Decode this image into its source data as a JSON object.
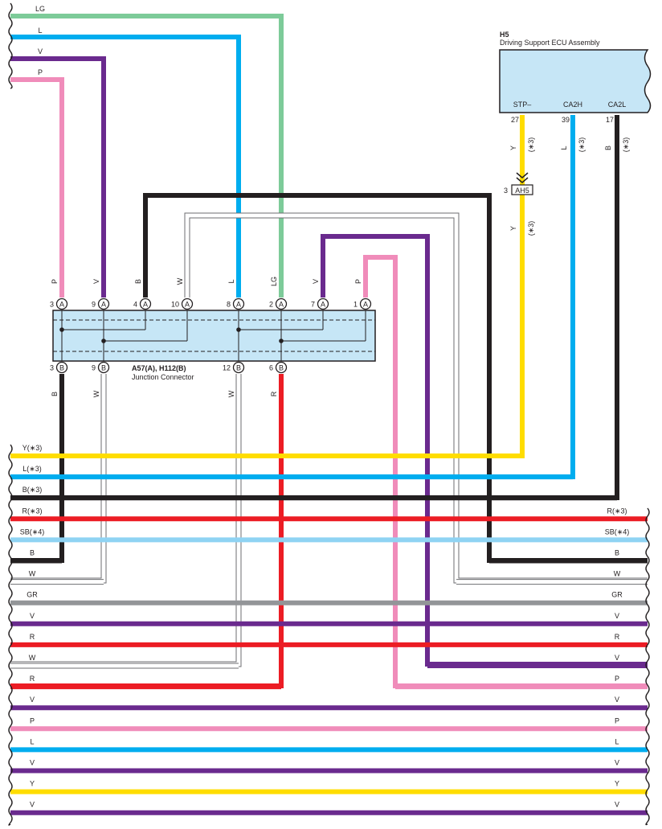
{
  "palette": {
    "LG": "#7dcb99",
    "L": "#00adef",
    "V": "#6a2a8e",
    "P": "#f08cba",
    "B": "#231f20",
    "W": "#ffffff",
    "R": "#ec1c24",
    "Y": "#ffdd00",
    "SB": "#8fd3f3",
    "GR": "#939598",
    "box": "#c6e6f6"
  },
  "ecu": {
    "code": "H5",
    "name": "Driving Support ECU Assembly",
    "terminals": [
      {
        "id": "stp",
        "label": "STP–",
        "pin": "27",
        "color": "Y",
        "wire": "Y",
        "note": "(∗3)"
      },
      {
        "id": "ca2h",
        "label": "CA2H",
        "pin": "39",
        "color": "L",
        "wire": "L",
        "note": "(∗3)"
      },
      {
        "id": "ca2l",
        "label": "CA2L",
        "pin": "17",
        "color": "B",
        "wire": "B",
        "note": "(∗3)"
      }
    ],
    "inline_connector": {
      "pin": "3",
      "code": "AH5"
    },
    "stp_lower": {
      "wire": "Y",
      "note": "(∗3)"
    }
  },
  "junction": {
    "title": "A57(A), H112(B)",
    "subtitle": "Junction Connector",
    "top_pins": [
      {
        "pin": "3",
        "side": "A",
        "wire": "P",
        "color": "P"
      },
      {
        "pin": "9",
        "side": "A",
        "wire": "V",
        "color": "V"
      },
      {
        "pin": "4",
        "side": "A",
        "wire": "B",
        "color": "B"
      },
      {
        "pin": "10",
        "side": "A",
        "wire": "W",
        "color": "W"
      },
      {
        "pin": "8",
        "side": "A",
        "wire": "L",
        "color": "L"
      },
      {
        "pin": "2",
        "side": "A",
        "wire": "LG",
        "color": "LG"
      },
      {
        "pin": "7",
        "side": "A",
        "wire": "V",
        "color": "V"
      },
      {
        "pin": "1",
        "side": "A",
        "wire": "P",
        "color": "P"
      }
    ],
    "bottom_pins": [
      {
        "pin": "3",
        "side": "B",
        "wire": "B",
        "color": "B"
      },
      {
        "pin": "9",
        "side": "B",
        "wire": "W",
        "color": "W"
      },
      {
        "pin": "12",
        "side": "B",
        "wire": "W",
        "color": "W"
      },
      {
        "pin": "6",
        "side": "B",
        "wire": "R",
        "color": "R"
      }
    ]
  },
  "top_left_wires": [
    {
      "label": "LG",
      "color": "LG"
    },
    {
      "label": "L",
      "color": "L"
    },
    {
      "label": "V",
      "color": "V"
    },
    {
      "label": "P",
      "color": "P"
    }
  ],
  "bus_wires": [
    {
      "left": "Y(∗3)",
      "right": "",
      "color": "Y"
    },
    {
      "left": "L(∗3)",
      "right": "",
      "color": "L"
    },
    {
      "left": "B(∗3)",
      "right": "",
      "color": "B"
    },
    {
      "left": "R(∗3)",
      "right": "R(∗3)",
      "color": "R"
    },
    {
      "left": "SB(∗4)",
      "right": "SB(∗4)",
      "color": "SB"
    },
    {
      "left": "B",
      "right": "B",
      "color": "B"
    },
    {
      "left": "W",
      "right": "W",
      "color": "W"
    },
    {
      "left": "GR",
      "right": "GR",
      "color": "GR"
    },
    {
      "left": "V",
      "right": "V",
      "color": "V"
    },
    {
      "left": "R",
      "right": "R",
      "color": "R"
    },
    {
      "left": "W",
      "right": "V",
      "color": "W"
    },
    {
      "left": "R",
      "right": "P",
      "color": "R"
    },
    {
      "left": "V",
      "right": "V",
      "color": "V"
    },
    {
      "left": "P",
      "right": "P",
      "color": "P"
    },
    {
      "left": "L",
      "right": "L",
      "color": "L"
    },
    {
      "left": "V",
      "right": "V",
      "color": "V"
    },
    {
      "left": "Y",
      "right": "Y",
      "color": "Y"
    },
    {
      "left": "V",
      "right": "V",
      "color": "V"
    }
  ]
}
